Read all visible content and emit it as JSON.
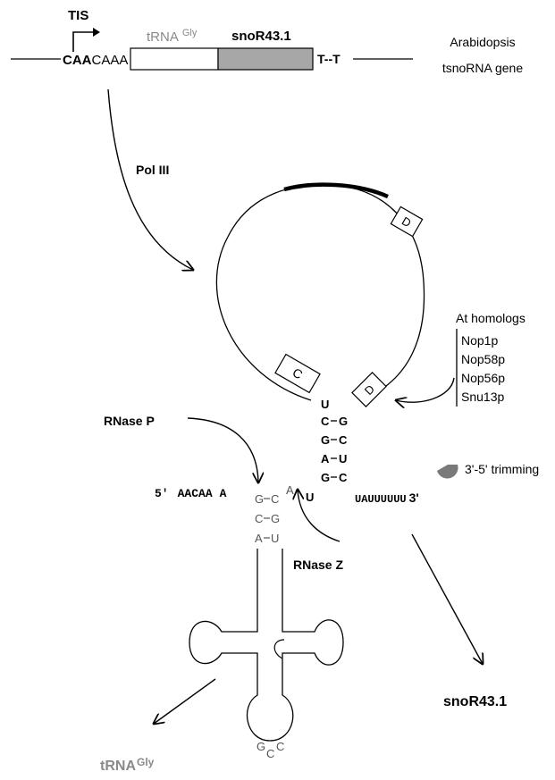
{
  "gene": {
    "tis_label": "TIS",
    "promoter_bold": "CAA",
    "promoter_rest": "CAAA",
    "trna_label": "tRNA",
    "trna_sup": "Gly",
    "sno_label": "snoR43.1",
    "terminator": "T--T",
    "organism": "Arabidopsis",
    "gene_type": "tsnoRNA gene",
    "colors": {
      "trna_box": "#ffffff",
      "sno_box": "#a7a7a7",
      "trna_text": "#8a8a8a"
    }
  },
  "transcription": {
    "enzyme": "Pol III"
  },
  "snorna": {
    "box_d_prime": "D",
    "box_c": "C",
    "box_d": "D",
    "homologs_title": "At homologs",
    "homologs": [
      "Nop1p",
      "Nop58p",
      "Nop56p",
      "Snu13p"
    ],
    "stem": {
      "top": "U",
      "pairs": [
        [
          "C",
          "G"
        ],
        [
          "G",
          "C"
        ],
        [
          "A",
          "U"
        ],
        [
          "G",
          "C"
        ]
      ],
      "left_bottom": "U",
      "tail": "UAUUUUUU",
      "tail_end": "3'"
    },
    "trimming_label": "3'-5' trimming"
  },
  "processing": {
    "rnase_p": "RNase P",
    "rnase_z": "RNase Z",
    "five_prime": "5'",
    "leader": "AACAA",
    "leader_a": "A",
    "acceptor_pairs": [
      [
        "G",
        "C"
      ],
      [
        "C",
        "G"
      ],
      [
        "A",
        "U"
      ]
    ],
    "discriminator": "A",
    "anticodon": [
      "G",
      "C",
      "C"
    ]
  },
  "products": {
    "sno_product": "snoR43.1",
    "trna_product": "tRNA",
    "trna_product_sup": "Gly"
  }
}
